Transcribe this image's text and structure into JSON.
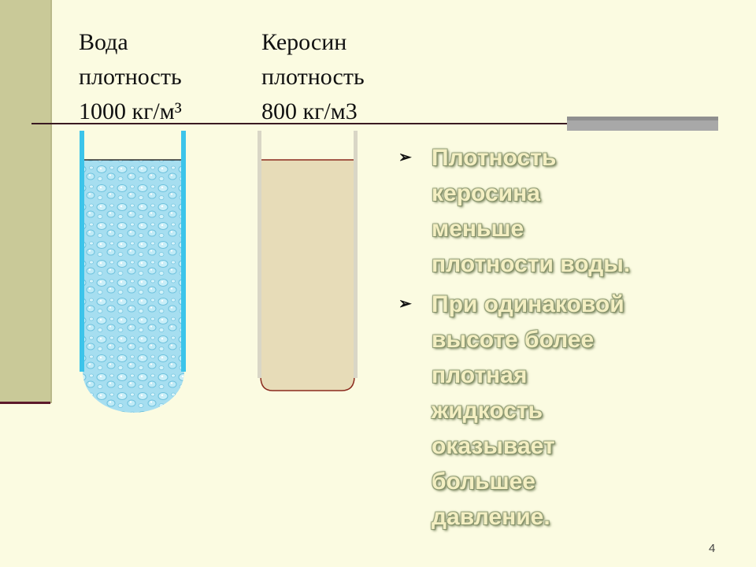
{
  "water": {
    "title": "Вода",
    "density_label": "плотность",
    "density_value": "1000 кг/м³"
  },
  "kerosene": {
    "title": "Керосин",
    "density_label": "плотность",
    "density_value": "800 кг/м3"
  },
  "bullets": [
    {
      "marker": "➢",
      "lines": [
        "Плотность",
        "керосина",
        "меньше",
        "плотности  воды."
      ]
    },
    {
      "marker": "➢",
      "lines": [
        "При одинаковой",
        "высоте более",
        "плотная",
        "жидкость",
        "оказывает",
        "большее",
        "давление."
      ]
    }
  ],
  "page_number": "4",
  "colors": {
    "background": "#fbfbe1",
    "water_tube_wall": "#3cc4ea",
    "water_fill": "#9fdcef",
    "kerosene_fill": "#e7dcb8",
    "kerosene_surface": "#8b2a1e"
  }
}
